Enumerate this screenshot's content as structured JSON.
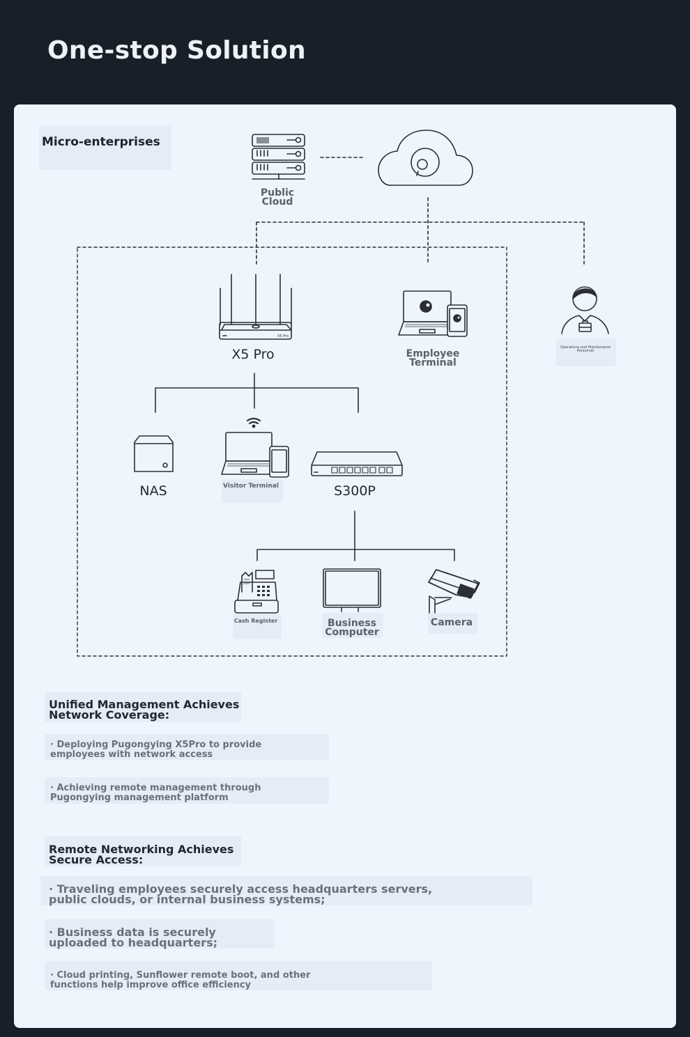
{
  "title": "One-stop Solution",
  "scenario": "Micro-enterprises",
  "devices": {
    "public_cloud": "Public Cloud",
    "router": "X5 Pro",
    "router_badge": "X5 Pro",
    "employee_terminal": "Employee Terminal",
    "ops_personnel": "Operations and Maintenance Personnel",
    "nas": "NAS",
    "visitor_terminal": "Visitor Terminal",
    "switch": "S300P",
    "cash_register": "Cash Register",
    "business_computer": "Business Computer",
    "camera": "Camera"
  },
  "sections": [
    {
      "heading": "Unified Management Achieves Network Coverage:",
      "bullets": [
        "· Deploying Pugongying X5Pro to provide employees with network access",
        "· Achieving remote management through Pugongying management platform"
      ]
    },
    {
      "heading": "Remote Networking Achieves Secure Access:",
      "bullets": [
        "· Traveling employees securely access headquarters servers, public clouds, or internal business systems;",
        "· Business data is securely uploaded to headquarters;",
        "· Cloud printing, Sunflower remote boot, and other functions help improve office efficiency"
      ]
    }
  ],
  "colors": {
    "page_bg": "#171f28",
    "card_bg": "#eef5fd",
    "line": "#2b2f35",
    "text_dark": "#1d2228",
    "text_muted": "#6b7078"
  }
}
